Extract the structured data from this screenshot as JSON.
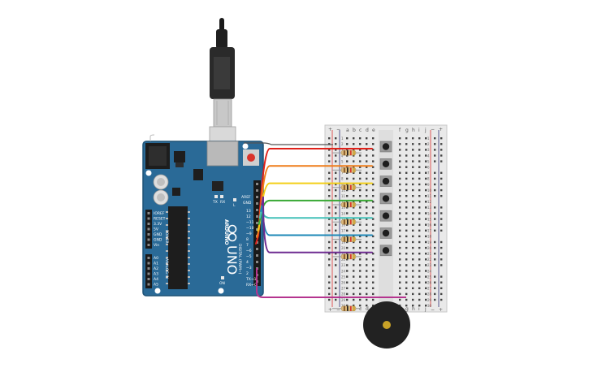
{
  "arduino": {
    "brand": "ARDUINO",
    "model": "UNO",
    "aref": "AREF",
    "gnd": "GND",
    "digital_pins": [
      "13",
      "12",
      "~11",
      "~10",
      "~9",
      "8",
      "7",
      "~6",
      "~5",
      "4",
      "~3",
      "2",
      "TX→1",
      "RX←0"
    ],
    "power_pins": [
      "IOREF",
      "RESET",
      "3.3V",
      "5V",
      "GND",
      "GND",
      "Vin"
    ],
    "analog_pins": [
      "A0",
      "A1",
      "A2",
      "A3",
      "A4",
      "A5"
    ],
    "power_label": "POWER",
    "analog_label": "ANALOG IN",
    "digital_label": "DIGITAL (PWM~)",
    "led_labels": [
      "TX",
      "RX"
    ],
    "on_label": "ON",
    "l_label": "L"
  },
  "breadboard": {
    "columns_left": [
      "a",
      "b",
      "c",
      "d",
      "e"
    ],
    "columns_right": [
      "f",
      "g",
      "h",
      "i",
      "j"
    ],
    "row_numbers": [
      "1",
      "2",
      "3",
      "4",
      "5",
      "6",
      "7",
      "8",
      "9",
      "10",
      "11",
      "12",
      "13",
      "14",
      "15",
      "16",
      "17",
      "18",
      "19",
      "20",
      "21",
      "22",
      "23",
      "24",
      "25",
      "26",
      "27",
      "28",
      "29",
      "30"
    ],
    "rail_plus": "+",
    "rail_minus": "−"
  },
  "wire_colors": [
    "#e0221b",
    "#ef7d1a",
    "#f3cf18",
    "#3aa935",
    "#43c1b8",
    "#1e88b7",
    "#6f2c91",
    "#b5358f"
  ],
  "colors": {
    "board": "#2a6a97",
    "board_edge": "#1f5377",
    "breadboard": "#e8e8e8",
    "buzzer": "#222222"
  }
}
